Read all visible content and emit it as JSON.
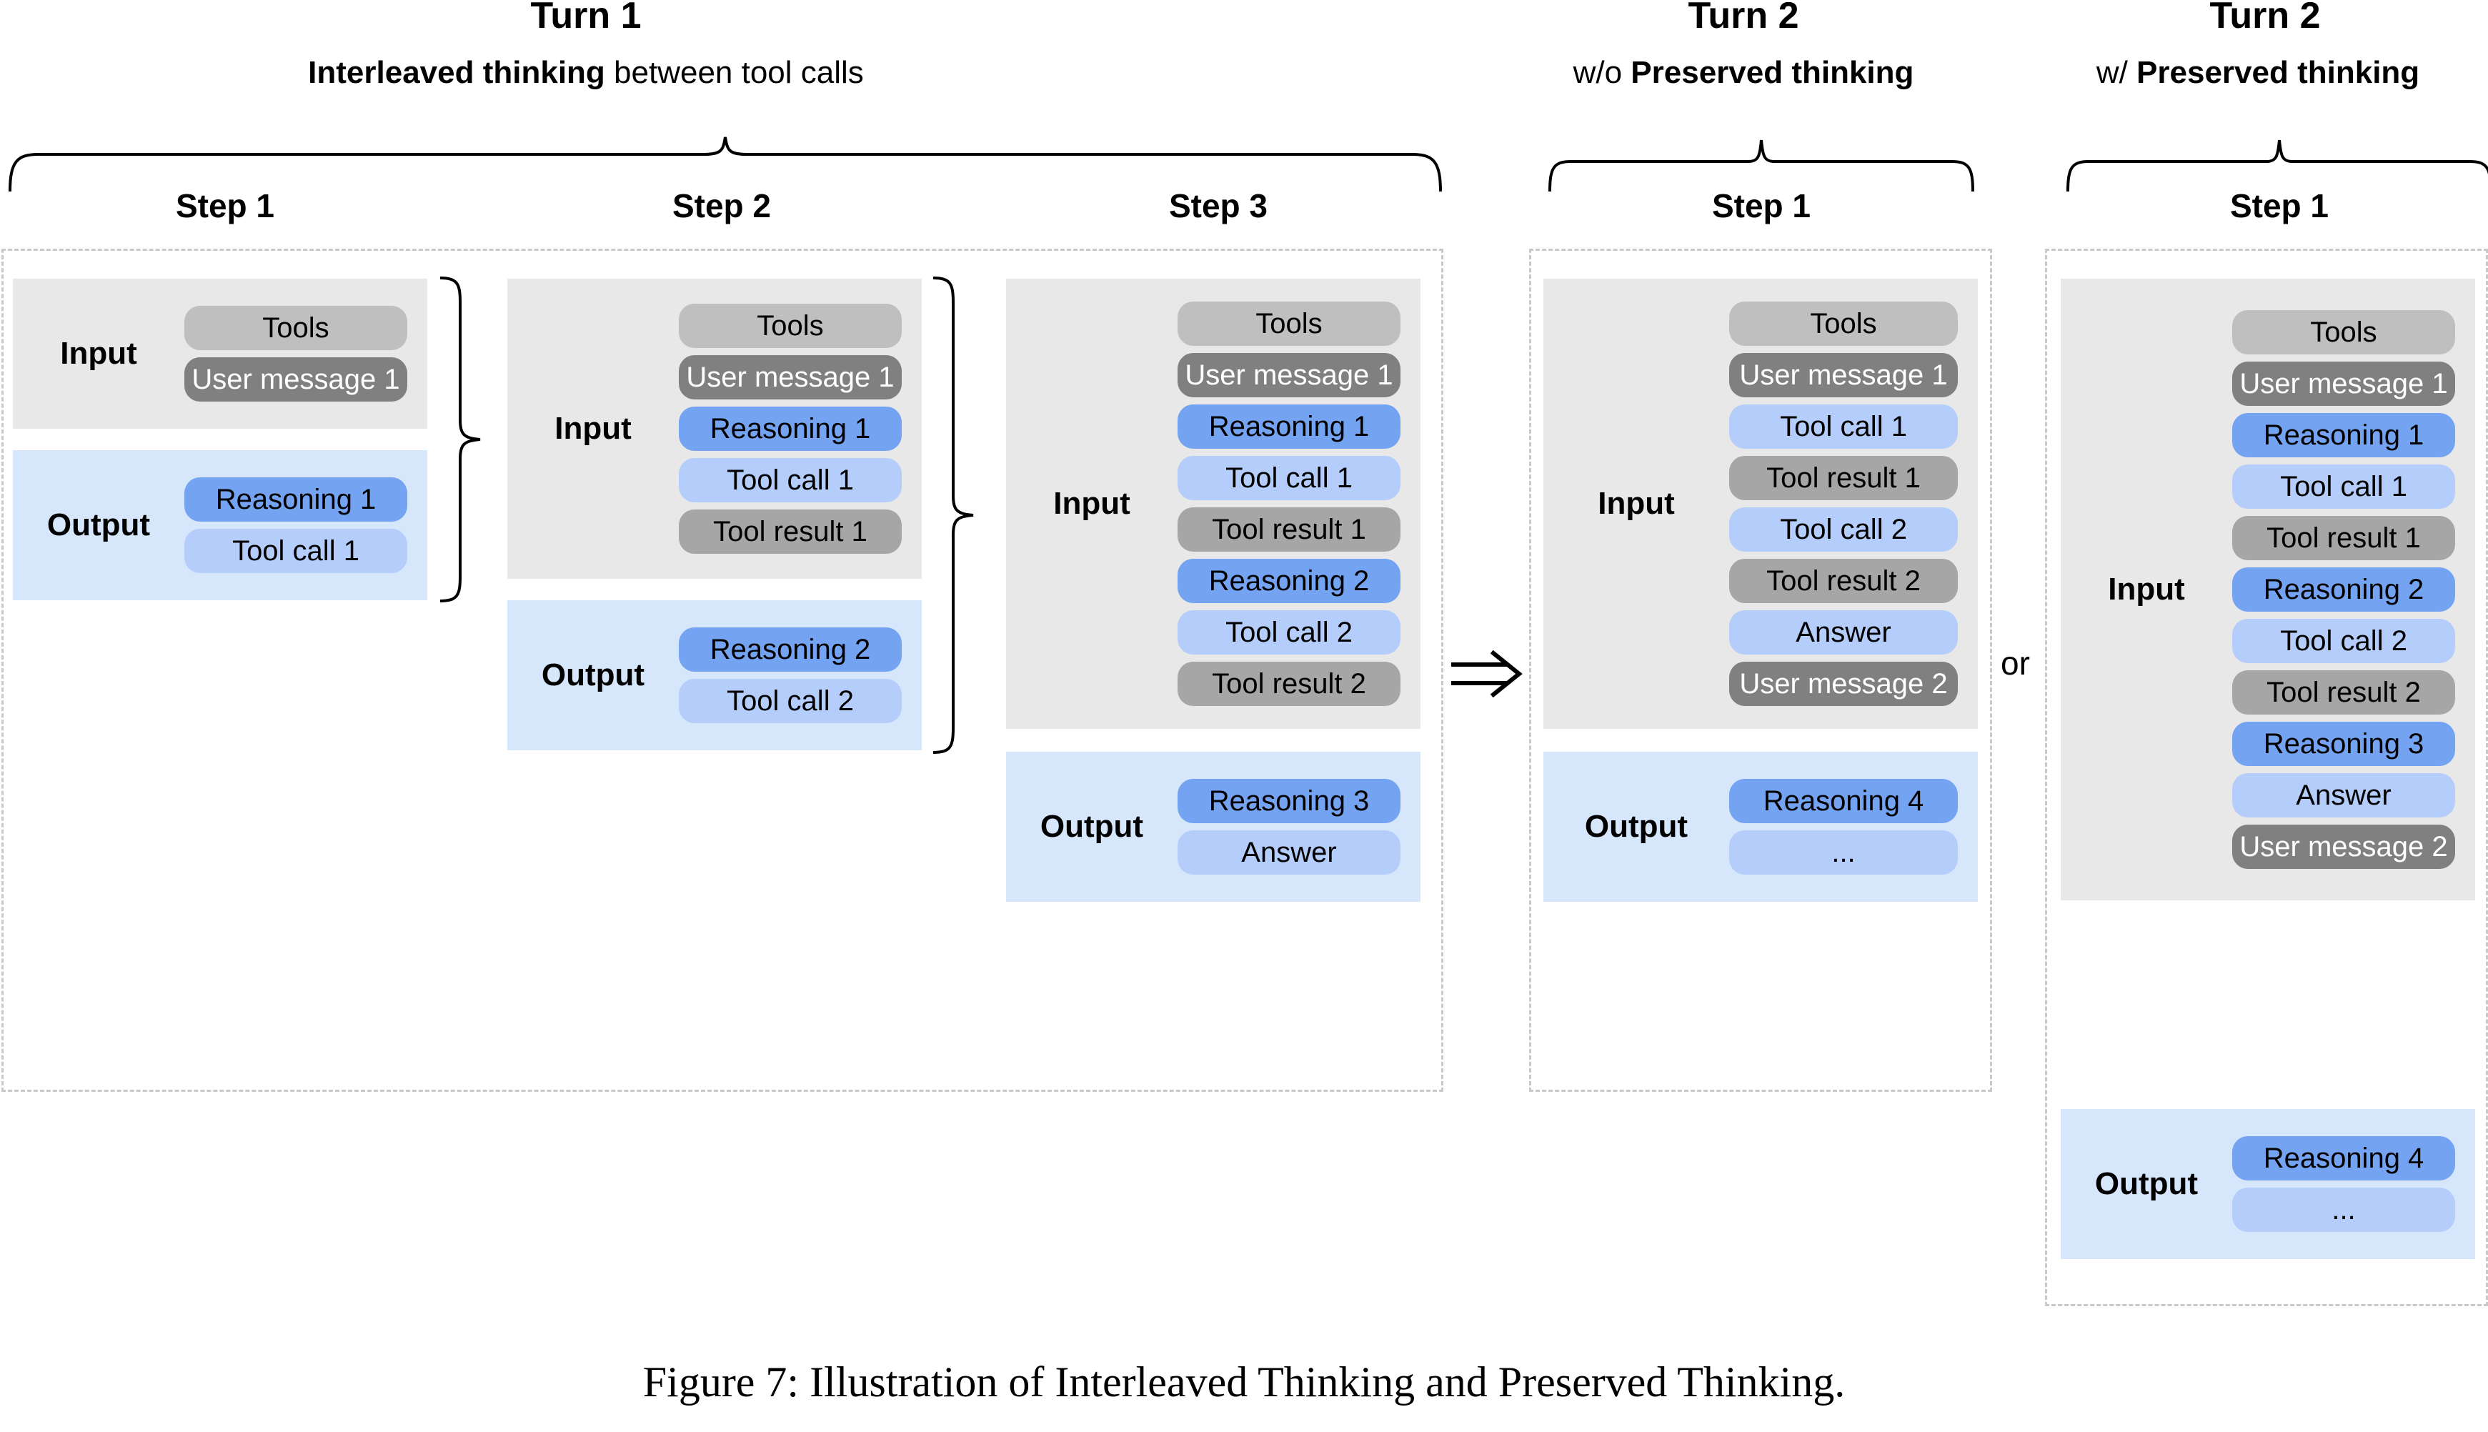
{
  "figure": {
    "caption": "Figure 7: Illustration of Interleaved Thinking and Preserved Thinking."
  },
  "headers": {
    "turn1": {
      "title": "Turn 1",
      "subtitle_bold": "Interleaved thinking",
      "subtitle_rest": " between tool calls"
    },
    "turn2_without": {
      "title": "Turn 2",
      "subtitle_prefix": "w/o ",
      "subtitle_bold": "Preserved thinking"
    },
    "turn2_with": {
      "title": "Turn 2",
      "subtitle_prefix": "w/ ",
      "subtitle_bold": "Preserved thinking"
    }
  },
  "connector": {
    "arrow": "⟹",
    "or": "or"
  },
  "labels": {
    "input": "Input",
    "output": "Output"
  },
  "colors": {
    "tools": "#bfbfbf",
    "user_message": "#808080",
    "reasoning": "#74a3f2",
    "tool_call": "#b4cdfb",
    "tool_result": "#a6a6a6",
    "answer": "#b4cdfb",
    "input_block_bg": "#e8e8e8",
    "output_block_bg": "#d6e6fb",
    "dashed_border": "#c9c9c9"
  },
  "columns": [
    {
      "id": "turn1-step1",
      "step_title": "Step 1",
      "input": [
        "Tools",
        "User message 1"
      ],
      "output": [
        "Reasoning 1",
        "Tool call 1"
      ]
    },
    {
      "id": "turn1-step2",
      "step_title": "Step 2",
      "input": [
        "Tools",
        "User message 1",
        "Reasoning 1",
        "Tool call 1",
        "Tool result 1"
      ],
      "output": [
        "Reasoning 2",
        "Tool call 2"
      ]
    },
    {
      "id": "turn1-step3",
      "step_title": "Step 3",
      "input": [
        "Tools",
        "User message 1",
        "Reasoning 1",
        "Tool call 1",
        "Tool result 1",
        "Reasoning 2",
        "Tool call 2",
        "Tool result 2"
      ],
      "output": [
        "Reasoning 3",
        "Answer"
      ]
    },
    {
      "id": "turn2-without-step1",
      "step_title": "Step 1",
      "input": [
        "Tools",
        "User message 1",
        "Tool call 1",
        "Tool result 1",
        "Tool call 2",
        "Tool result 2",
        "Answer",
        "User message 2"
      ],
      "output": [
        "Reasoning 4",
        "..."
      ]
    },
    {
      "id": "turn2-with-step1",
      "step_title": "Step 1",
      "input": [
        "Tools",
        "User message 1",
        "Reasoning 1",
        "Tool call 1",
        "Tool result 1",
        "Reasoning 2",
        "Tool call 2",
        "Tool result 2",
        "Reasoning 3",
        "Answer",
        "User message 2"
      ],
      "output": [
        "Reasoning 4",
        "..."
      ]
    }
  ]
}
